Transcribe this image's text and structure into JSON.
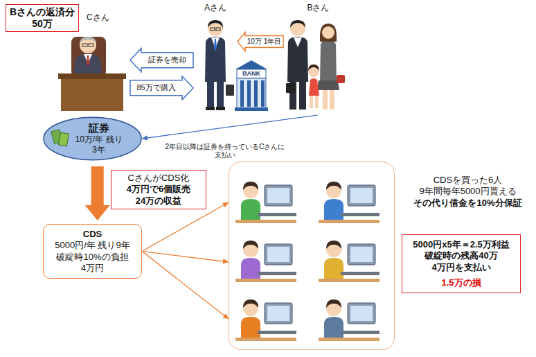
{
  "diagram": {
    "nodes": [
      {
        "text": [
          "Bさんの返済分",
          "50万"
        ]
      },
      {
        "text": [
          "Cさん"
        ]
      },
      {
        "text": [
          "Aさん"
        ]
      },
      {
        "text": [
          "Bさん"
        ]
      },
      {
        "text": [
          "証券",
          "10万/年 残り 3年"
        ]
      },
      {
        "text": [
          "CさんがCDS化",
          "4万円で6個販売",
          "24万の収益"
        ]
      },
      {
        "text": [
          "CDS",
          "5000円/年 残り9年 破綻時10%の負担 4万円"
        ]
      },
      {
        "text": [
          "CDSを買った6人",
          "9年間毎年5000円貰える",
          "その代り借金を10%分保証"
        ]
      },
      {
        "text": [
          "5000円x5年＝2.5万利益",
          "破綻時の残高40万",
          "4万円を支払い",
          "1.5万の損"
        ]
      }
    ],
    "edges": [
      {
        "from": 2,
        "to": 1,
        "label": "証券を売却",
        "arrow": "to"
      },
      {
        "from": 1,
        "to": 2,
        "label": "85万で購入",
        "arrow": "to"
      },
      {
        "from": 3,
        "to": 2,
        "label": "10万 1年目",
        "arrow": "to"
      },
      {
        "from": 3,
        "to": 4,
        "label": "2年目以降は証券を持っているCさんに 支払い",
        "arrow": "to"
      },
      {
        "from": 4,
        "to": 6,
        "arrow": "to"
      },
      {
        "from": 6,
        "to": 7,
        "arrow": "to"
      },
      {
        "from": 6,
        "to": 7,
        "arrow": "to"
      },
      {
        "from": 6,
        "to": 7,
        "arrow": "to"
      }
    ],
    "labels": [
      "BANK"
    ]
  }
}
